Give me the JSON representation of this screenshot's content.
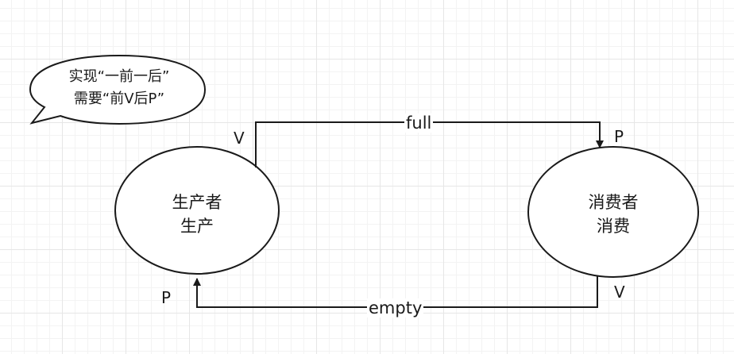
{
  "bubble": {
    "line1": "实现“一前一后”",
    "line2": "需要“前V后P”"
  },
  "producer": {
    "line1": "生产者",
    "line2": "生产"
  },
  "consumer": {
    "line1": "消费者",
    "line2": "消费"
  },
  "edges": {
    "full": {
      "label": "full",
      "start_mark": "V",
      "end_mark": "P"
    },
    "empty": {
      "label": "empty",
      "start_mark": "V",
      "end_mark": "P"
    }
  },
  "colors": {
    "stroke": "#1a1a1a",
    "background": "#ffffff",
    "grid": "#e6e6e6"
  }
}
